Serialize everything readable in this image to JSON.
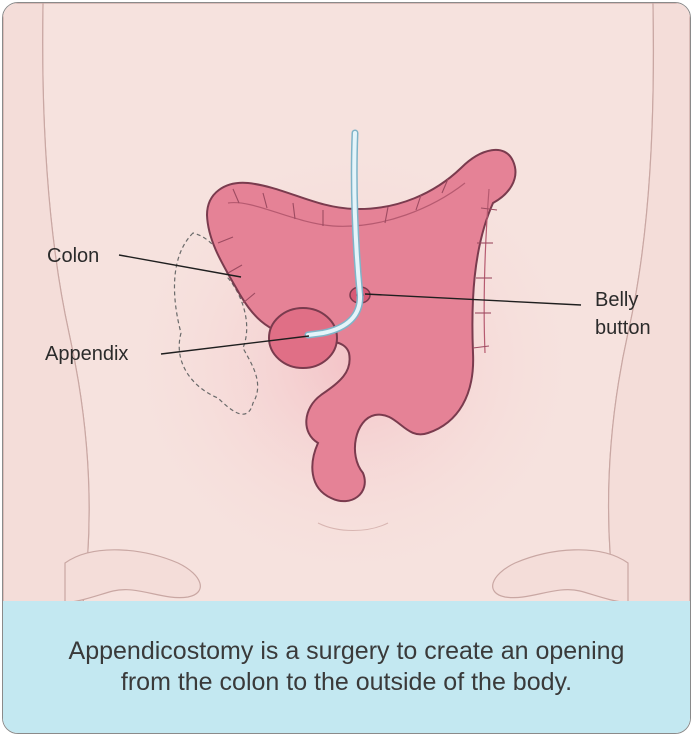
{
  "labels": {
    "colon": "Colon",
    "appendix": "Appendix",
    "belly_button_line1": "Belly",
    "belly_button_line2": "button"
  },
  "caption": "Appendicostomy is a surgery to create an opening from the colon to the outside of the body.",
  "colors": {
    "skin": "#f6e2de",
    "colon": "#e58296",
    "colon_outline": "#7a3b4e",
    "tube": "#d7eef6",
    "caption_background": "#c3e8f1"
  }
}
